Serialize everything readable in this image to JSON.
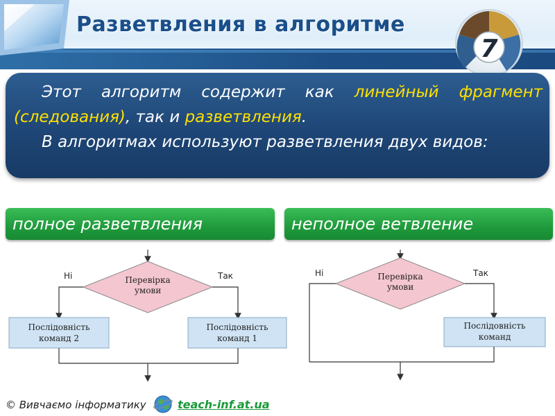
{
  "slide": {
    "title": "Разветвления в алгоритме",
    "badge_number": "7"
  },
  "intro": {
    "p1_part1": "Этот алгоритм содержит как ",
    "p1_hl1": "линейный фрагмент (следования)",
    "p1_part2": ", так и ",
    "p1_hl2": "разветвления",
    "p1_part3": ".",
    "p2": "В алгоритмах используют разветвления двух видов:"
  },
  "labels": {
    "full": "полное разветвления",
    "partial": "неполное ветвление"
  },
  "flow_full": {
    "condition_line1": "Перевірка",
    "condition_line2": "умови",
    "no_label": "Ні",
    "yes_label": "Так",
    "left_box_line1": "Послідовність",
    "left_box_line2": "команд 2",
    "right_box_line1": "Послідовність",
    "right_box_line2": "команд 1"
  },
  "flow_partial": {
    "condition_line1": "Перевірка",
    "condition_line2": "умови",
    "no_label": "Ні",
    "yes_label": "Так",
    "box_line1": "Послідовність",
    "box_line2": "команд"
  },
  "footer": {
    "text": "© Вивчаємо інформатику",
    "link": "teach-inf.at.ua"
  },
  "colors": {
    "title": "#1a4f8a",
    "box_bg": "#1e4676",
    "highlight": "#ffe000",
    "green": "#1f9a3c",
    "diamond": "#f4c6d0",
    "process": "#cfe3f4",
    "link": "#1a9a3a"
  }
}
